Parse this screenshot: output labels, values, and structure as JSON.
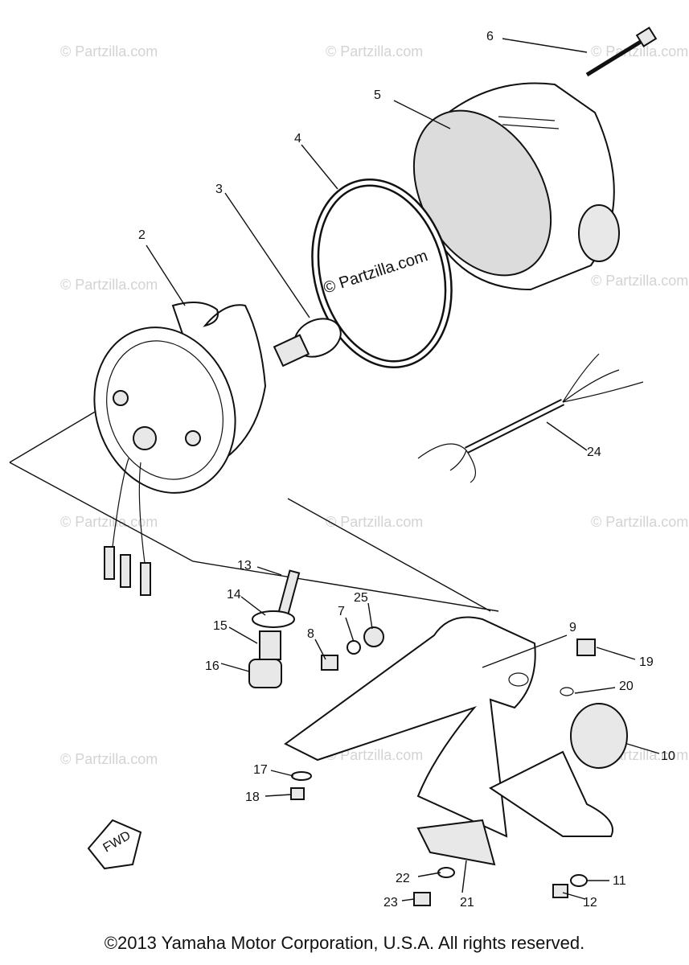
{
  "watermark": "© Partzilla.com",
  "center_watermark": "© Partzilla.com",
  "arrow_label": "FWD",
  "copyright": "©2013 Yamaha Motor Corporation, U.S.A. All rights reserved.",
  "callouts": {
    "c1": "2",
    "c2": "3",
    "c3": "4",
    "c4": "5",
    "c5": "6",
    "c6": "24",
    "c7": "13",
    "c8": "14",
    "c9": "15",
    "c10": "16",
    "c11": "8",
    "c12": "7",
    "c13": "25",
    "c14": "9",
    "c15": "19",
    "c16": "20",
    "c17": "10",
    "c18": "17",
    "c19": "18",
    "c20": "22",
    "c21": "23",
    "c22": "21",
    "c23": "11",
    "c24": "12"
  }
}
